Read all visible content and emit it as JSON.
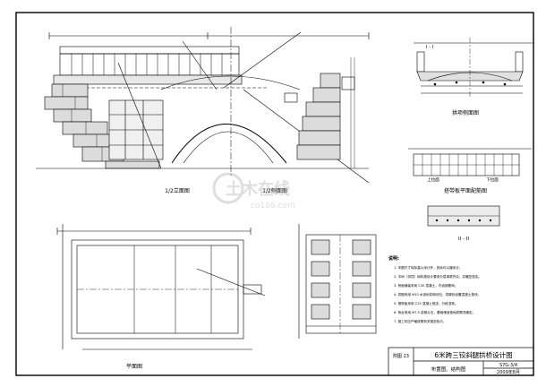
{
  "views": {
    "elevation_half": "1/2立面图",
    "section_half": "1/2侧面图",
    "plan": "平面图",
    "arch_section": "拱项侧面图",
    "deck_reinforcement": "搭带板平面配筋图",
    "section_1": "I - I",
    "section_2": "II - II"
  },
  "labels": {
    "up_span": "上拉面",
    "down_span": "下拉面"
  },
  "notes": {
    "title": "说明:",
    "items": [
      "1. 本图尺寸除标高以米计外，其余均以厘米计。",
      "2. 中间（拱顶）填料按设计要求分层填筑夯实，并碾压密实。",
      "3. 桥面铺装采用 C30 混凝土，内设钢筋网。",
      "4. 拱圈采用 M10 水泥砂浆砌块石，拱脚处设置混凝土垫块。",
      "5. 搭带板采用 C25 混凝土现浇，分段浇筑。",
      "6. 桥台采用 M7.5 浆砌片石，基础埋深按地质情况确定。",
      "7. 施工时应严格按照有关规范执行。"
    ]
  },
  "title_block": {
    "drawing_no_label": "附图 23",
    "title": "6米跨三铰斜腿拱桥设计图",
    "subtitle": "布置图、结构图",
    "code": "S7G-3/4",
    "date": "2009年8月"
  },
  "watermark": {
    "cn": "土木在线",
    "en": "co188.com"
  }
}
